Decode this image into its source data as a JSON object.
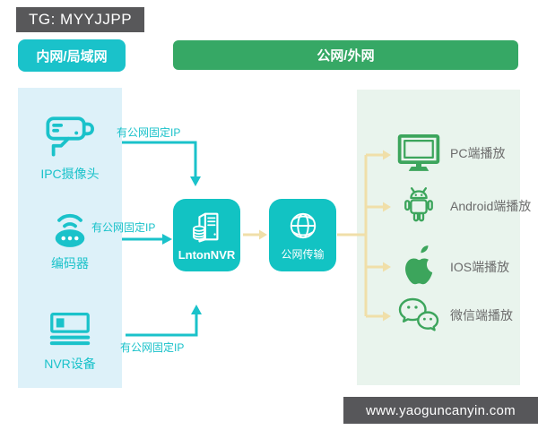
{
  "header": {
    "tg_badge": "TG: MYYJJPP",
    "lan_badge": "内网/局域网",
    "wan_badge": "公网/外网"
  },
  "lan_panel": {
    "devices": [
      {
        "name": "ipc-camera",
        "icon": "cctv-camera-icon",
        "label": "IPC摄像头"
      },
      {
        "name": "encoder",
        "icon": "wifi-encoder-icon",
        "label": "编码器"
      },
      {
        "name": "nvr-device",
        "icon": "nvr-box-icon",
        "label": "NVR设备"
      }
    ]
  },
  "flow": {
    "nvr_server": {
      "icon": "server-database-icon",
      "label": "LntonNVR"
    },
    "transfer": {
      "icon": "globe-icon",
      "label": "公网传输"
    },
    "arrow_labels": {
      "ipc": "有公网固定IP",
      "encoder": "有公网固定IP",
      "nvr": "有公网固定IP"
    }
  },
  "wan_panel": {
    "clients": [
      {
        "name": "pc",
        "icon": "pc-monitor-icon",
        "label": "PC端播放"
      },
      {
        "name": "android",
        "icon": "android-icon",
        "label": "Android端播放"
      },
      {
        "name": "ios",
        "icon": "apple-icon",
        "label": "IOS端播放"
      },
      {
        "name": "wechat",
        "icon": "wechat-icon",
        "label": "微信端播放"
      }
    ]
  },
  "footer": {
    "url": "www.yaoguncanyin.com"
  },
  "colors": {
    "dark_badge": "#58585a",
    "teal": "#1ac2ca",
    "teal_box": "#12c3c3",
    "green": "#36a865",
    "green_icon": "#3ca55c",
    "panel_blue": "#ddf1f9",
    "panel_green": "#e9f4ed",
    "wheat": "#f0dfa9",
    "label_gray": "#6b6b6b",
    "footer_bg": "#57575a"
  }
}
